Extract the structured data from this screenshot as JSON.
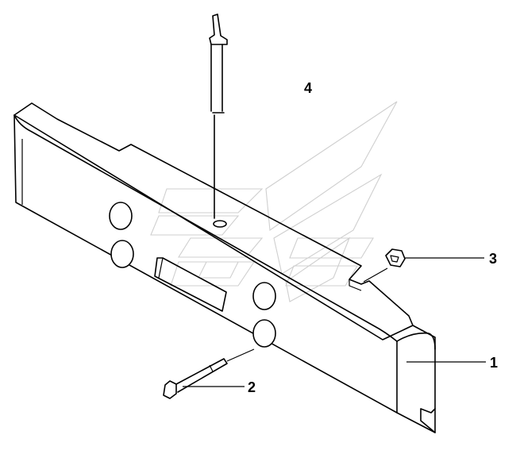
{
  "diagram": {
    "callouts": [
      {
        "id": "part-1",
        "label": "1"
      },
      {
        "id": "part-2",
        "label": "2"
      },
      {
        "id": "part-3",
        "label": "3"
      },
      {
        "id": "part-4",
        "label": "4"
      }
    ],
    "colors": {
      "line": "#000000",
      "watermark": "#cfcfcf",
      "background": "#ffffff"
    }
  }
}
